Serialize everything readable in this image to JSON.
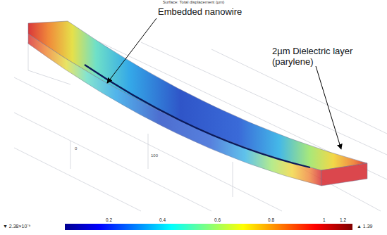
{
  "diagram": {
    "title": "Surface: Total displacement (µm)",
    "labels": [
      "Embedded  nanowire",
      "2µm Dielectric layer (parylene)",
      "0",
      "100",
      "▼ 2.38×10⁻⁹",
      "0.2",
      "0.4",
      "0.6",
      "0.8",
      "1",
      "1.2",
      "▲ 1.39"
    ]
  }
}
